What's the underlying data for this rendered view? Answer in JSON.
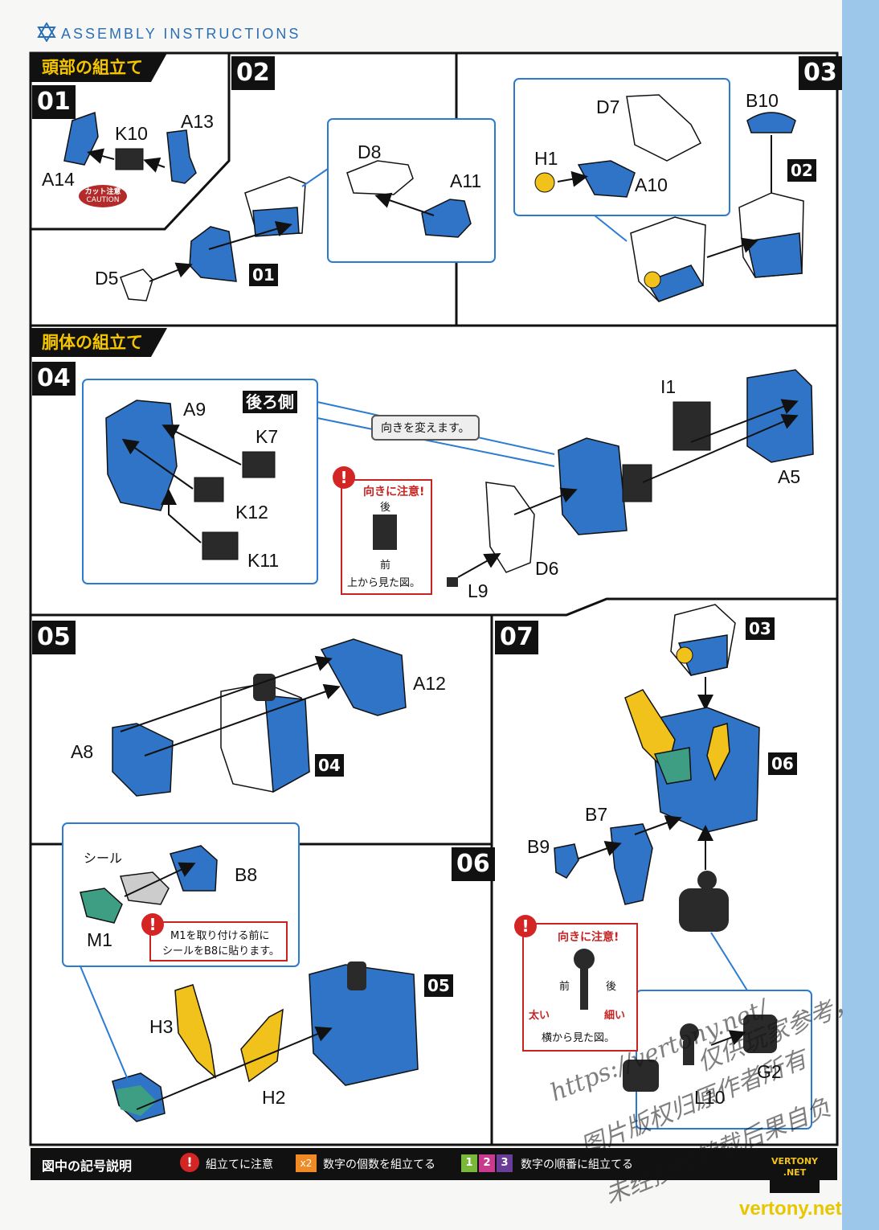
{
  "header": {
    "title": "Assembly Instructions",
    "accent_color": "#2b6fb6"
  },
  "sections": {
    "head": "頭部の組立て",
    "body": "胴体の組立て"
  },
  "steps": {
    "s01": {
      "num": "01",
      "parts": {
        "k10": "K10",
        "a13": "A13",
        "a14": "A14"
      },
      "cut_caution": {
        "jp": "カット注意",
        "en": "CAUTION"
      }
    },
    "s02": {
      "num": "02",
      "parts": {
        "d8": "D8",
        "a11": "A11",
        "d5": "D5"
      },
      "ref": "01"
    },
    "s03": {
      "num": "03",
      "parts": {
        "d7": "D7",
        "b10": "B10",
        "h1": "H1",
        "a10": "A10"
      },
      "ref": "02"
    },
    "s04": {
      "num": "04",
      "parts": {
        "a9": "A9",
        "k7": "K7",
        "k12": "K12",
        "k11": "K11",
        "i1": "I1",
        "a5": "A5",
        "d6": "D6",
        "l9": "L9"
      },
      "back_side": "後ろ側",
      "turn_note": "向きを変えます。",
      "orientation_note": {
        "title": "向きに注意!",
        "back": "後",
        "front": "前",
        "caption": "上から見た図。"
      }
    },
    "s05": {
      "num": "05",
      "parts": {
        "a12": "A12",
        "a8": "A8"
      },
      "ref": "04"
    },
    "s06": {
      "num": "06",
      "parts": {
        "seal": "シール",
        "b8": "B8",
        "m1": "M1",
        "h3": "H3",
        "h2": "H2"
      },
      "ref": "05",
      "sticker_note": {
        "line1": "M1を取り付ける前に",
        "line2": "シールをB8に貼ります。"
      }
    },
    "s07": {
      "num": "07",
      "parts": {
        "b7": "B7",
        "b9": "B9",
        "g2": "G2",
        "l10": "L10"
      },
      "ref_top": "03",
      "ref_mid": "06",
      "orientation_note": {
        "title": "向きに注意!",
        "front": "前",
        "back": "後",
        "thick": "太い",
        "thin": "細い",
        "caption": "横から見た図。"
      }
    }
  },
  "legend": {
    "title": "図中の記号説明",
    "item1": "組立てに注意",
    "item2_badge": "x2",
    "item2": "数字の個数を組立てる",
    "nums": [
      "1",
      "2",
      "3"
    ],
    "item3": "数字の順番に組立てる"
  },
  "watermark": {
    "url": "https://vertony.net/",
    "line1": "仅供玩家参考，",
    "line2": "图片版权归原作者所有",
    "line3": "未经授权转载后果自负"
  },
  "footer_logo": {
    "line1": "VERTONY",
    "line2": ".NET",
    "site": "vertony.net"
  },
  "colors": {
    "blue": "#2f74c6",
    "yellow": "#f1c21b",
    "dark": "#2a2a2a",
    "red": "#c62323",
    "callout": "#2b7bd0"
  }
}
